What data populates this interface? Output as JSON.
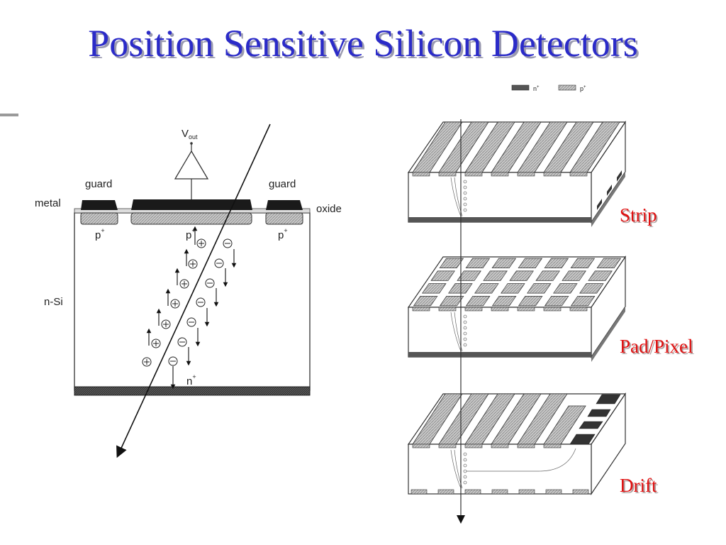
{
  "title": "Position Sensitive Silicon Detectors",
  "cross_section": {
    "vout": "V",
    "vout_sub": "out",
    "guard_left": "guard",
    "guard_right": "guard",
    "metal": "metal",
    "oxide": "oxide",
    "p_left": "p",
    "p_mid": "p",
    "p_right": "p",
    "p_sup": "+",
    "n_si": "n-Si",
    "n_plus": "n",
    "n_sup": "+"
  },
  "legend": {
    "n_label": "n",
    "p_label": "p",
    "sup": "+"
  },
  "detector_types": {
    "strip": "Strip",
    "pad_pixel": "Pad/Pixel",
    "drift": "Drift"
  },
  "colors": {
    "title": "#2b2bc8",
    "label_red": "#e01010",
    "n_doping": "#555555",
    "p_doping": "#b8b8b8"
  }
}
